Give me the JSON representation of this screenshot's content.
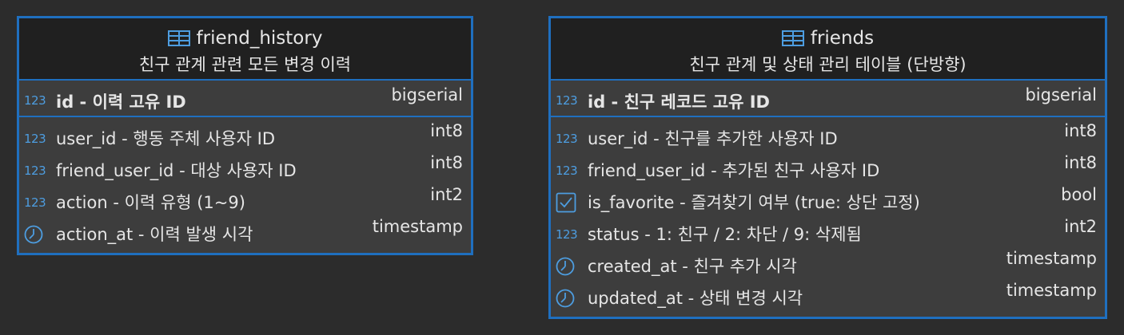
{
  "tables": [
    {
      "name": "friend_history",
      "comment": "친구 관계 관련 모든 변경 이력",
      "pk": {
        "icon": "123",
        "label": "id - 이력 고유 ID",
        "type": "bigserial"
      },
      "columns": [
        {
          "icon": "123",
          "label": "user_id - 행동 주체 사용자 ID",
          "type": "int8"
        },
        {
          "icon": "123",
          "label": "friend_user_id - 대상 사용자 ID",
          "type": "int8"
        },
        {
          "icon": "123",
          "label": "action - 이력 유형 (1~9)",
          "type": "int2"
        },
        {
          "icon": "clock-icon",
          "label": "action_at - 이력 발생 시각",
          "type": "timestamp"
        }
      ]
    },
    {
      "name": "friends",
      "comment": "친구 관계 및 상태 관리 테이블 (단방향)",
      "pk": {
        "icon": "123",
        "label": "id - 친구 레코드 고유 ID",
        "type": "bigserial"
      },
      "columns": [
        {
          "icon": "123",
          "label": "user_id - 친구를 추가한 사용자 ID",
          "type": "int8"
        },
        {
          "icon": "123",
          "label": "friend_user_id - 추가된 친구 사용자 ID",
          "type": "int8"
        },
        {
          "icon": "checkbox-icon",
          "label": "is_favorite - 즐겨찾기 여부 (true: 상단 고정)",
          "type": "bool"
        },
        {
          "icon": "123",
          "label": "status - 1: 친구 / 2: 차단 / 9: 삭제됨",
          "type": "int2"
        },
        {
          "icon": "clock-icon",
          "label": "created_at - 친구 추가 시각",
          "type": "timestamp"
        },
        {
          "icon": "clock-icon",
          "label": "updated_at - 상태 변경 시각",
          "type": "timestamp"
        }
      ]
    }
  ],
  "colors": {
    "border": "#1f6fbf",
    "icon": "#4d9de0",
    "header_bg": "#202020",
    "body_bg": "#3d3d3d",
    "page_bg": "#2c2c2c"
  }
}
